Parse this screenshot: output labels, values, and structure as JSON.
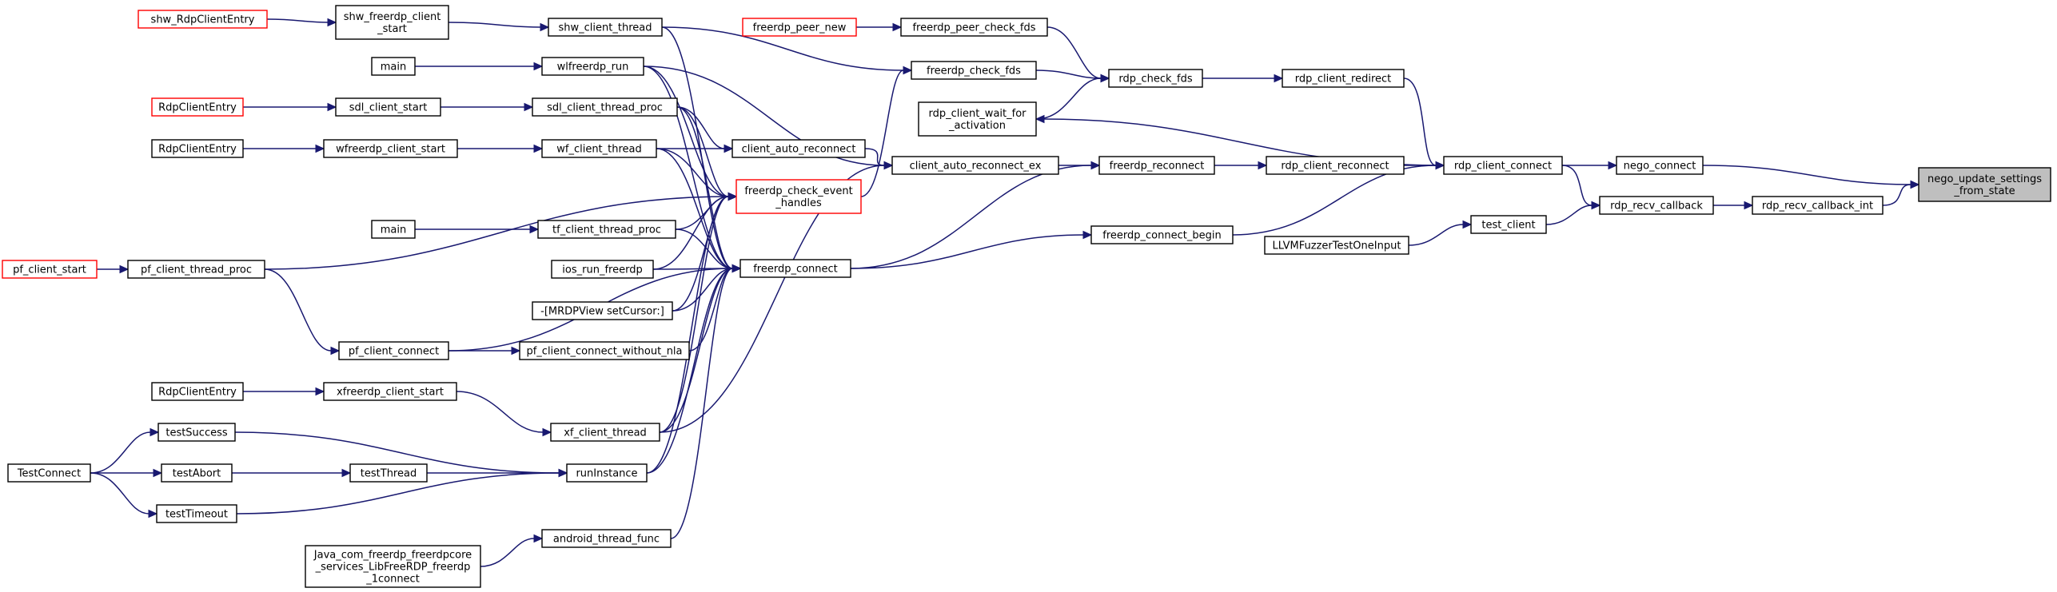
{
  "diagram": {
    "title": "",
    "colors": {
      "edge": "#191970",
      "border": "#000000",
      "truncated_border": "#ff0000",
      "root_fill": "#bfbfbf",
      "background": "#ffffff"
    },
    "nodes": [
      {
        "id": "nego_update_settings_from_state",
        "lines": [
          "nego_update_settings",
          "_from_state"
        ],
        "style": "root"
      },
      {
        "id": "nego_connect",
        "lines": [
          "nego_connect"
        ],
        "style": "normal"
      },
      {
        "id": "rdp_recv_callback_int",
        "lines": [
          "rdp_recv_callback_int"
        ],
        "style": "normal"
      },
      {
        "id": "rdp_client_connect",
        "lines": [
          "rdp_client_connect"
        ],
        "style": "normal"
      },
      {
        "id": "rdp_recv_callback",
        "lines": [
          "rdp_recv_callback"
        ],
        "style": "normal"
      },
      {
        "id": "rdp_client_redirect",
        "lines": [
          "rdp_client_redirect"
        ],
        "style": "normal"
      },
      {
        "id": "rdp_client_reconnect",
        "lines": [
          "rdp_client_reconnect"
        ],
        "style": "normal"
      },
      {
        "id": "freerdp_connect_begin",
        "lines": [
          "freerdp_connect_begin"
        ],
        "style": "normal"
      },
      {
        "id": "test_client",
        "lines": [
          "test_client"
        ],
        "style": "normal"
      },
      {
        "id": "LLVMFuzzerTestOneInput",
        "lines": [
          "LLVMFuzzerTestOneInput"
        ],
        "style": "normal"
      },
      {
        "id": "rdp_check_fds",
        "lines": [
          "rdp_check_fds"
        ],
        "style": "normal"
      },
      {
        "id": "freerdp_reconnect",
        "lines": [
          "freerdp_reconnect"
        ],
        "style": "normal"
      },
      {
        "id": "freerdp_peer_check_fds",
        "lines": [
          "freerdp_peer_check_fds"
        ],
        "style": "normal"
      },
      {
        "id": "freerdp_check_fds",
        "lines": [
          "freerdp_check_fds"
        ],
        "style": "normal"
      },
      {
        "id": "rdp_client_wait_for_activation",
        "lines": [
          "rdp_client_wait_for",
          "_activation"
        ],
        "style": "normal"
      },
      {
        "id": "client_auto_reconnect_ex",
        "lines": [
          "client_auto_reconnect_ex"
        ],
        "style": "normal"
      },
      {
        "id": "freerdp_peer_new",
        "lines": [
          "freerdp_peer_new"
        ],
        "style": "truncated"
      },
      {
        "id": "freerdp_check_event_handles",
        "lines": [
          "freerdp_check_event",
          "_handles"
        ],
        "style": "truncated"
      },
      {
        "id": "client_auto_reconnect",
        "lines": [
          "client_auto_reconnect"
        ],
        "style": "normal"
      },
      {
        "id": "freerdp_connect",
        "lines": [
          "freerdp_connect"
        ],
        "style": "normal"
      },
      {
        "id": "shw_client_thread",
        "lines": [
          "shw_client_thread"
        ],
        "style": "normal"
      },
      {
        "id": "wlfreerdp_run",
        "lines": [
          "wlfreerdp_run"
        ],
        "style": "normal"
      },
      {
        "id": "sdl_client_thread_proc",
        "lines": [
          "sdl_client_thread_proc"
        ],
        "style": "normal"
      },
      {
        "id": "wf_client_thread",
        "lines": [
          "wf_client_thread"
        ],
        "style": "normal"
      },
      {
        "id": "tf_client_thread_proc",
        "lines": [
          "tf_client_thread_proc"
        ],
        "style": "normal"
      },
      {
        "id": "ios_run_freerdp",
        "lines": [
          "ios_run_freerdp"
        ],
        "style": "normal"
      },
      {
        "id": "MRDPView_setCursor",
        "lines": [
          "-[MRDPView setCursor:]"
        ],
        "style": "normal"
      },
      {
        "id": "pf_client_connect_without_nla",
        "lines": [
          "pf_client_connect_without_nla"
        ],
        "style": "normal"
      },
      {
        "id": "xf_client_thread",
        "lines": [
          "xf_client_thread"
        ],
        "style": "normal"
      },
      {
        "id": "runInstance",
        "lines": [
          "runInstance"
        ],
        "style": "normal"
      },
      {
        "id": "android_thread_func",
        "lines": [
          "android_thread_func"
        ],
        "style": "normal"
      },
      {
        "id": "shw_freerdp_client_start",
        "lines": [
          "shw_freerdp_client",
          "_start"
        ],
        "style": "normal"
      },
      {
        "id": "main_wl",
        "lines": [
          "main"
        ],
        "style": "normal"
      },
      {
        "id": "sdl_client_start",
        "lines": [
          "sdl_client_start"
        ],
        "style": "normal"
      },
      {
        "id": "wfreerdp_client_start",
        "lines": [
          "wfreerdp_client_start"
        ],
        "style": "normal"
      },
      {
        "id": "main_tf",
        "lines": [
          "main"
        ],
        "style": "normal"
      },
      {
        "id": "pf_client_connect",
        "lines": [
          "pf_client_connect"
        ],
        "style": "normal"
      },
      {
        "id": "xfreerdp_client_start",
        "lines": [
          "xfreerdp_client_start"
        ],
        "style": "normal"
      },
      {
        "id": "testThread",
        "lines": [
          "testThread"
        ],
        "style": "normal"
      },
      {
        "id": "Java_com_freerdp",
        "lines": [
          "Java_com_freerdp_freerdpcore",
          "_services_LibFreeRDP_freerdp",
          "_1connect"
        ],
        "style": "normal"
      },
      {
        "id": "shw_RdpClientEntry",
        "lines": [
          "shw_RdpClientEntry"
        ],
        "style": "truncated"
      },
      {
        "id": "RdpClientEntry_sdl",
        "lines": [
          "RdpClientEntry"
        ],
        "style": "truncated"
      },
      {
        "id": "RdpClientEntry_wf",
        "lines": [
          "RdpClientEntry"
        ],
        "style": "normal"
      },
      {
        "id": "pf_client_thread_proc",
        "lines": [
          "pf_client_thread_proc"
        ],
        "style": "normal"
      },
      {
        "id": "RdpClientEntry_xf",
        "lines": [
          "RdpClientEntry"
        ],
        "style": "normal"
      },
      {
        "id": "testSuccess",
        "lines": [
          "testSuccess"
        ],
        "style": "normal"
      },
      {
        "id": "testAbort",
        "lines": [
          "testAbort"
        ],
        "style": "normal"
      },
      {
        "id": "testTimeout",
        "lines": [
          "testTimeout"
        ],
        "style": "normal"
      },
      {
        "id": "pf_client_start",
        "lines": [
          "pf_client_start"
        ],
        "style": "truncated"
      },
      {
        "id": "TestConnect",
        "lines": [
          "TestConnect"
        ],
        "style": "normal"
      }
    ],
    "edges": [
      [
        "nego_connect",
        "nego_update_settings_from_state"
      ],
      [
        "rdp_recv_callback_int",
        "nego_update_settings_from_state"
      ],
      [
        "rdp_client_connect",
        "nego_connect"
      ],
      [
        "rdp_recv_callback",
        "rdp_recv_callback_int"
      ],
      [
        "rdp_client_redirect",
        "rdp_client_connect"
      ],
      [
        "rdp_client_reconnect",
        "rdp_client_connect"
      ],
      [
        "freerdp_connect_begin",
        "rdp_client_connect"
      ],
      [
        "rdp_client_connect",
        "rdp_client_wait_for_activation"
      ],
      [
        "test_client",
        "rdp_recv_callback"
      ],
      [
        "rdp_client_connect",
        "rdp_recv_callback"
      ],
      [
        "LLVMFuzzerTestOneInput",
        "test_client"
      ],
      [
        "rdp_check_fds",
        "rdp_client_redirect"
      ],
      [
        "freerdp_reconnect",
        "rdp_client_reconnect"
      ],
      [
        "freerdp_connect",
        "freerdp_connect_begin"
      ],
      [
        "freerdp_peer_check_fds",
        "rdp_check_fds"
      ],
      [
        "freerdp_check_fds",
        "rdp_check_fds"
      ],
      [
        "rdp_client_wait_for_activation",
        "rdp_check_fds"
      ],
      [
        "client_auto_reconnect_ex",
        "freerdp_reconnect"
      ],
      [
        "freerdp_connect",
        "freerdp_reconnect"
      ],
      [
        "freerdp_peer_new",
        "freerdp_peer_check_fds"
      ],
      [
        "shw_client_thread",
        "freerdp_check_fds"
      ],
      [
        "freerdp_check_event_handles",
        "freerdp_check_fds"
      ],
      [
        "client_auto_reconnect",
        "client_auto_reconnect_ex"
      ],
      [
        "wlfreerdp_run",
        "client_auto_reconnect_ex"
      ],
      [
        "xf_client_thread",
        "client_auto_reconnect_ex"
      ],
      [
        "sdl_client_thread_proc",
        "client_auto_reconnect"
      ],
      [
        "wf_client_thread",
        "client_auto_reconnect"
      ],
      [
        "wlfreerdp_run",
        "freerdp_check_event_handles"
      ],
      [
        "sdl_client_thread_proc",
        "freerdp_check_event_handles"
      ],
      [
        "wf_client_thread",
        "freerdp_check_event_handles"
      ],
      [
        "tf_client_thread_proc",
        "freerdp_check_event_handles"
      ],
      [
        "ios_run_freerdp",
        "freerdp_check_event_handles"
      ],
      [
        "MRDPView_setCursor",
        "freerdp_check_event_handles"
      ],
      [
        "xf_client_thread",
        "freerdp_check_event_handles"
      ],
      [
        "runInstance",
        "freerdp_check_event_handles"
      ],
      [
        "pf_client_thread_proc",
        "freerdp_check_event_handles"
      ],
      [
        "shw_client_thread",
        "freerdp_connect"
      ],
      [
        "wlfreerdp_run",
        "freerdp_connect"
      ],
      [
        "sdl_client_thread_proc",
        "freerdp_connect"
      ],
      [
        "wf_client_thread",
        "freerdp_connect"
      ],
      [
        "tf_client_thread_proc",
        "freerdp_connect"
      ],
      [
        "ios_run_freerdp",
        "freerdp_connect"
      ],
      [
        "MRDPView_setCursor",
        "freerdp_connect"
      ],
      [
        "pf_client_connect_without_nla",
        "freerdp_connect"
      ],
      [
        "pf_client_connect",
        "freerdp_connect"
      ],
      [
        "xf_client_thread",
        "freerdp_connect"
      ],
      [
        "runInstance",
        "freerdp_connect"
      ],
      [
        "android_thread_func",
        "freerdp_connect"
      ],
      [
        "shw_freerdp_client_start",
        "shw_client_thread"
      ],
      [
        "main_wl",
        "wlfreerdp_run"
      ],
      [
        "sdl_client_start",
        "sdl_client_thread_proc"
      ],
      [
        "wfreerdp_client_start",
        "wf_client_thread"
      ],
      [
        "main_tf",
        "tf_client_thread_proc"
      ],
      [
        "pf_client_connect",
        "pf_client_connect_without_nla"
      ],
      [
        "xfreerdp_client_start",
        "xf_client_thread"
      ],
      [
        "testSuccess",
        "runInstance"
      ],
      [
        "testThread",
        "runInstance"
      ],
      [
        "testTimeout",
        "runInstance"
      ],
      [
        "Java_com_freerdp",
        "android_thread_func"
      ],
      [
        "shw_RdpClientEntry",
        "shw_freerdp_client_start"
      ],
      [
        "RdpClientEntry_sdl",
        "sdl_client_start"
      ],
      [
        "RdpClientEntry_wf",
        "wfreerdp_client_start"
      ],
      [
        "pf_client_thread_proc",
        "pf_client_connect"
      ],
      [
        "RdpClientEntry_xf",
        "xfreerdp_client_start"
      ],
      [
        "testAbort",
        "testThread"
      ],
      [
        "pf_client_start",
        "pf_client_thread_proc"
      ],
      [
        "TestConnect",
        "testSuccess"
      ],
      [
        "TestConnect",
        "testAbort"
      ],
      [
        "TestConnect",
        "testTimeout"
      ]
    ]
  }
}
